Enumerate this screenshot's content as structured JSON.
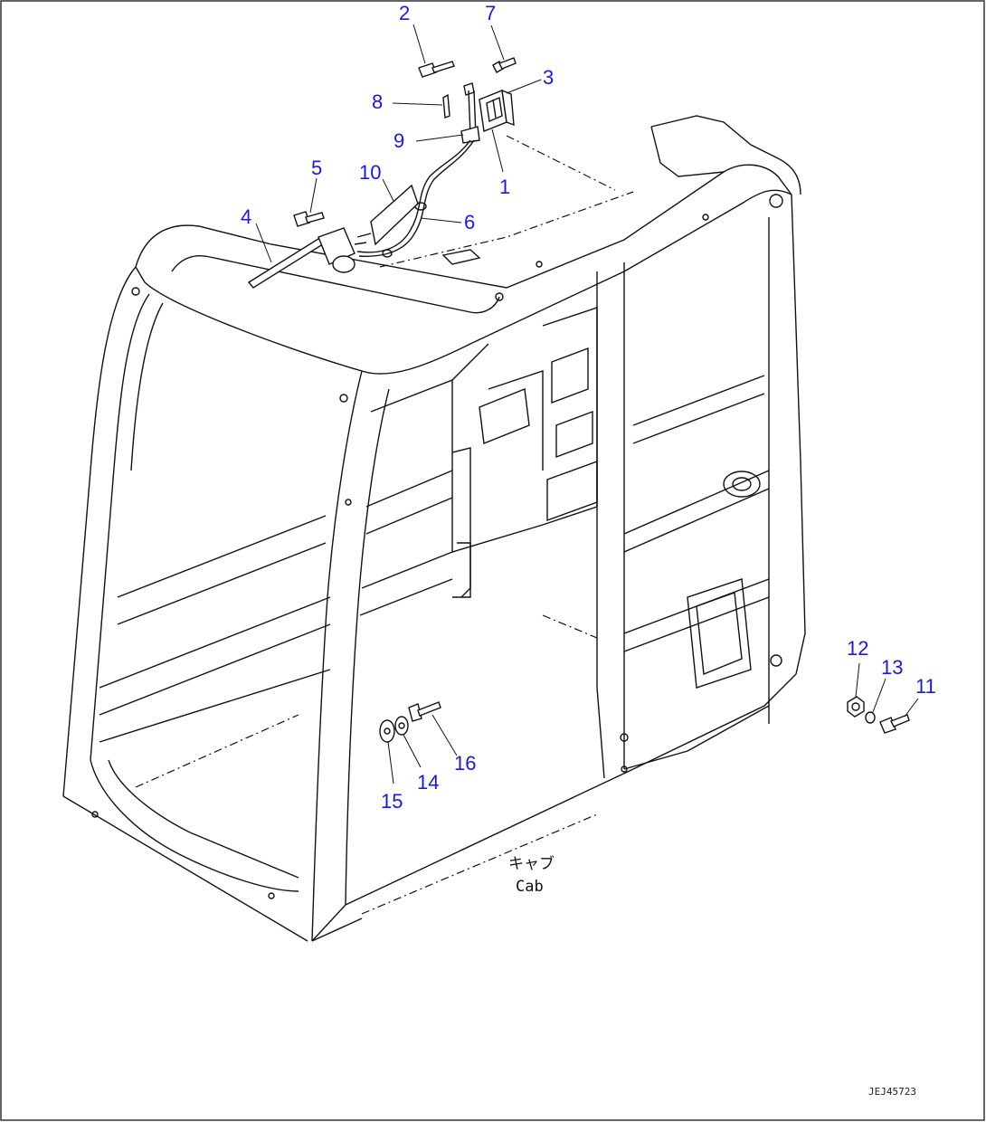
{
  "callouts": [
    {
      "id": "1",
      "label": "1"
    },
    {
      "id": "2",
      "label": "2"
    },
    {
      "id": "3",
      "label": "3"
    },
    {
      "id": "4",
      "label": "4"
    },
    {
      "id": "5",
      "label": "5"
    },
    {
      "id": "6",
      "label": "6"
    },
    {
      "id": "7",
      "label": "7"
    },
    {
      "id": "8",
      "label": "8"
    },
    {
      "id": "9",
      "label": "9"
    },
    {
      "id": "10",
      "label": "10"
    },
    {
      "id": "11",
      "label": "11"
    },
    {
      "id": "12",
      "label": "12"
    },
    {
      "id": "13",
      "label": "13"
    },
    {
      "id": "14",
      "label": "14"
    },
    {
      "id": "15",
      "label": "15"
    },
    {
      "id": "16",
      "label": "16"
    }
  ],
  "cab_label": {
    "japanese": "キャブ",
    "english": "Cab"
  },
  "drawing_ref": "JEJ45723",
  "colors": {
    "callout": "#1a1adc",
    "line": "#111111",
    "background": "#ffffff"
  }
}
